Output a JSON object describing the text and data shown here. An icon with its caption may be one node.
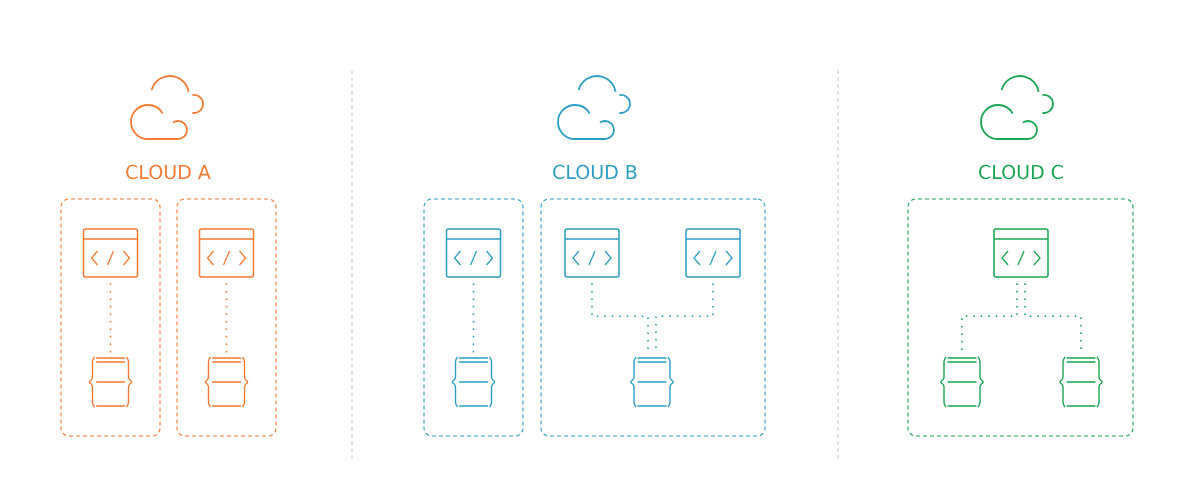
{
  "diagram": {
    "nodes": [
      {
        "text": [],
        "shape": "box"
      },
      {
        "text": [],
        "shape": "window",
        "in": 0
      },
      {
        "text": [],
        "shape": "cylinder",
        "in": 0
      },
      {
        "text": [],
        "shape": "box"
      },
      {
        "text": [],
        "shape": "window",
        "in": 3
      },
      {
        "text": [],
        "shape": "cylinder",
        "in": 3
      },
      {
        "text": [],
        "shape": "box"
      },
      {
        "text": [],
        "shape": "window",
        "in": 6
      },
      {
        "text": [],
        "shape": "cylinder",
        "in": 6
      },
      {
        "text": [],
        "shape": "box"
      },
      {
        "text": [],
        "shape": "window",
        "in": 9
      },
      {
        "text": [],
        "shape": "window",
        "in": 9
      },
      {
        "text": [],
        "shape": "cylinder",
        "in": 9
      },
      {
        "text": [],
        "shape": "box"
      },
      {
        "text": [],
        "shape": "window",
        "in": 13
      },
      {
        "text": [],
        "shape": "cylinder",
        "in": 13
      },
      {
        "text": [],
        "shape": "cylinder",
        "in": 13
      }
    ],
    "edges": [
      {
        "from": 1,
        "to": 2,
        "arrow": "none",
        "color": "#f47b35"
      },
      {
        "from": 4,
        "to": 5,
        "arrow": "none",
        "color": "#f47b35"
      },
      {
        "from": 7,
        "to": 8,
        "arrow": "none",
        "color": "#2e9ec4"
      },
      {
        "from": 10,
        "to": 12,
        "arrow": "none",
        "color": "#2e9ec4"
      },
      {
        "from": 11,
        "to": 12,
        "arrow": "none",
        "color": "#2e9ec4"
      },
      {
        "from": 14,
        "to": 15,
        "arrow": "none",
        "color": "#1aa552"
      },
      {
        "from": 14,
        "to": 16,
        "arrow": "none",
        "color": "#1aa552"
      }
    ],
    "labels": [
      "CLOUD A",
      "CLOUD B",
      "CLOUD C"
    ]
  }
}
